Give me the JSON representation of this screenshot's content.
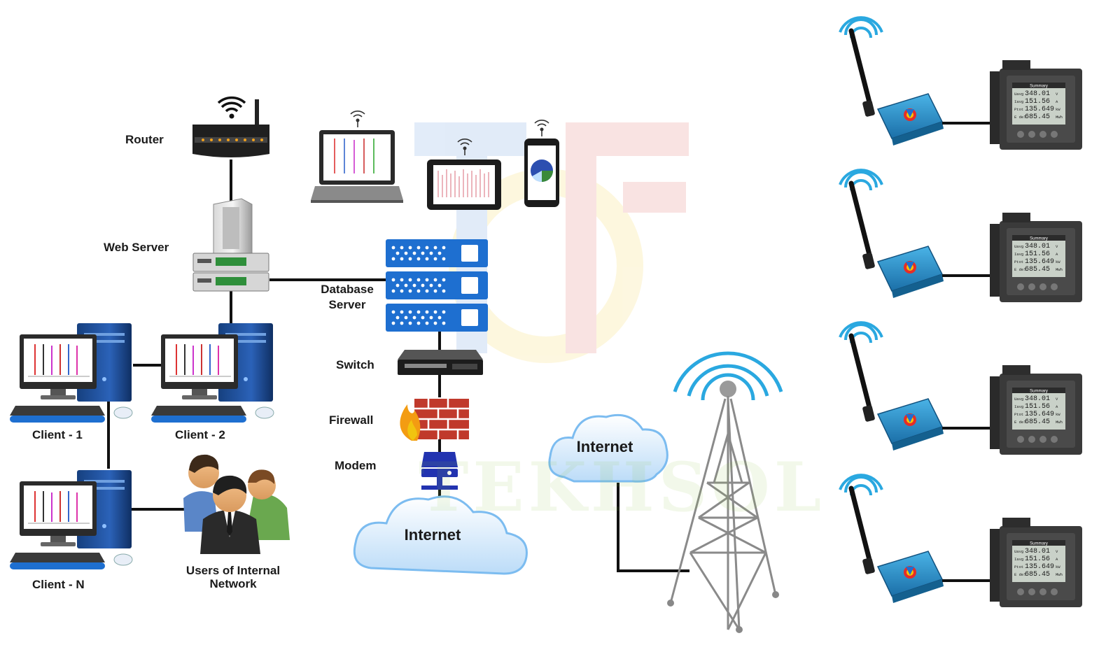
{
  "labels": {
    "router": "Router",
    "web_server": "Web Server",
    "database_server_line1": "Database",
    "database_server_line2": "Server",
    "switch": "Switch",
    "firewall": "Firewall",
    "modem": "Modem",
    "client1": "Client - 1",
    "client2": "Client - 2",
    "clientN": "Client - N",
    "users_line1": "Users of Internal",
    "users_line2": "Network",
    "internet_left": "Internet",
    "internet_right": "Internet"
  },
  "watermark_text": "TEKHSOL",
  "meter_display": {
    "header": "Summary",
    "rows": [
      {
        "label": "Uavg",
        "value": "348.01",
        "unit": "V"
      },
      {
        "label": "Iavg",
        "value": "151.56",
        "unit": "A"
      },
      {
        "label": "Ptot",
        "value": "135.649",
        "unit": "kW"
      },
      {
        "label": "E del",
        "value": "685.45",
        "unit": "MWh"
      }
    ]
  },
  "colors": {
    "accent_blue": "#1e6fd0",
    "wifi_blue": "#2aa8e0",
    "line": "#111111",
    "brick": "#c0392b",
    "client_tower": "#1f4e9c",
    "cloud": "#cfe6fb"
  }
}
